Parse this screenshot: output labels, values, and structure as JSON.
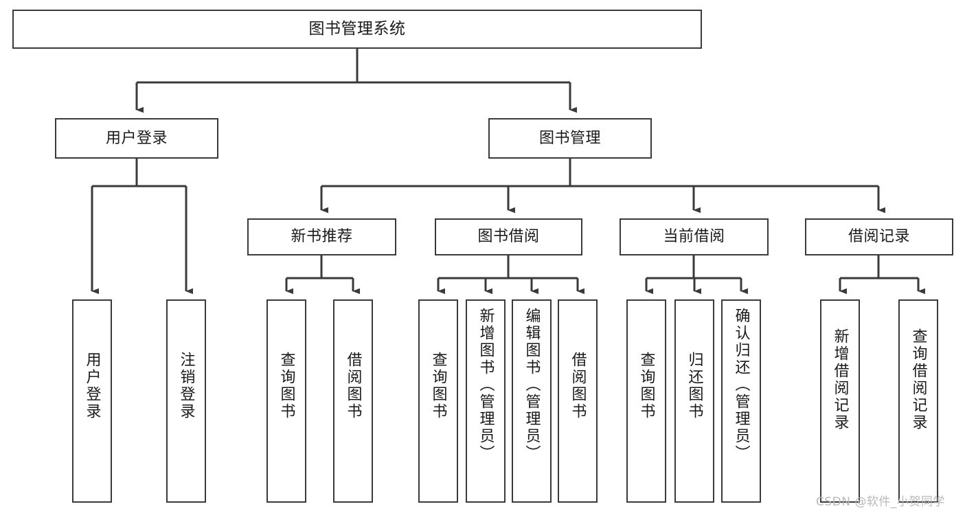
{
  "diagram": {
    "type": "hierarchy-tree",
    "title": "图书管理系统",
    "levels": 4,
    "colors": {
      "box_border": "#3a3a3a",
      "box_fill": "#ffffff",
      "connector": "#3a3a3a",
      "text": "#1a1a1a",
      "watermark": "#b9b9b9",
      "background": "#ffffff"
    },
    "nodes": {
      "root": {
        "label": "图书管理系统"
      },
      "level2": [
        {
          "label": "用户登录"
        },
        {
          "label": "图书管理"
        }
      ],
      "level3": [
        {
          "label": "新书推荐"
        },
        {
          "label": "图书借阅"
        },
        {
          "label": "当前借阅"
        },
        {
          "label": "借阅记录"
        }
      ],
      "leaves": [
        {
          "label": "用户登录",
          "parent": "用户登录"
        },
        {
          "label": "注销登录",
          "parent": "用户登录"
        },
        {
          "label": "查询图书",
          "parent": "新书推荐"
        },
        {
          "label": "借阅图书",
          "parent": "新书推荐"
        },
        {
          "label": "查询图书",
          "parent": "图书借阅"
        },
        {
          "label": "新增图书（管理员）",
          "parent": "图书借阅"
        },
        {
          "label": "编辑图书（管理员）",
          "parent": "图书借阅"
        },
        {
          "label": "借阅图书",
          "parent": "图书借阅"
        },
        {
          "label": "查询图书",
          "parent": "当前借阅"
        },
        {
          "label": "归还图书",
          "parent": "当前借阅"
        },
        {
          "label": "确认归还（管理员）",
          "parent": "当前借阅"
        },
        {
          "label": "新增借阅记录",
          "parent": "借阅记录"
        },
        {
          "label": "查询借阅记录",
          "parent": "借阅记录"
        }
      ]
    },
    "watermark": "CSDN @软件_小贺同学"
  }
}
